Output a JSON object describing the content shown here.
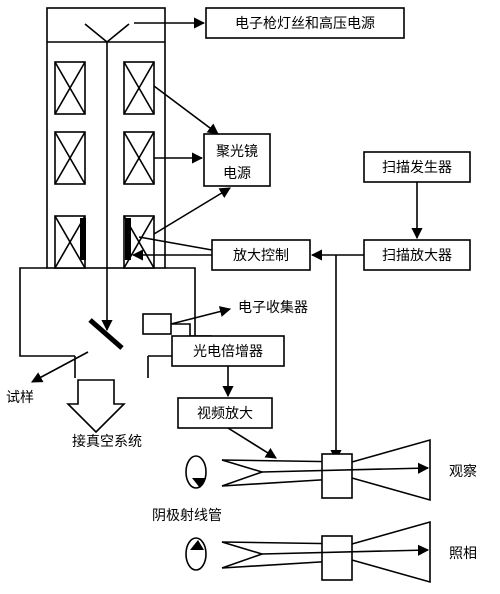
{
  "labels": {
    "gun_power": "电子枪灯丝和高压电源",
    "lens_power_line1": "聚光镜",
    "lens_power_line2": "电源",
    "scan_generator": "扫描发生器",
    "zoom_control": "放大控制",
    "scan_amplifier": "扫描放大器",
    "electron_collector": "电子收集器",
    "photomultiplier": "光电倍增器",
    "video_amplifier": "视频放大",
    "sample": "试样",
    "vacuum": "接真空系统",
    "crt": "阴极射线管",
    "observe": "观察",
    "photograph": "照相"
  }
}
